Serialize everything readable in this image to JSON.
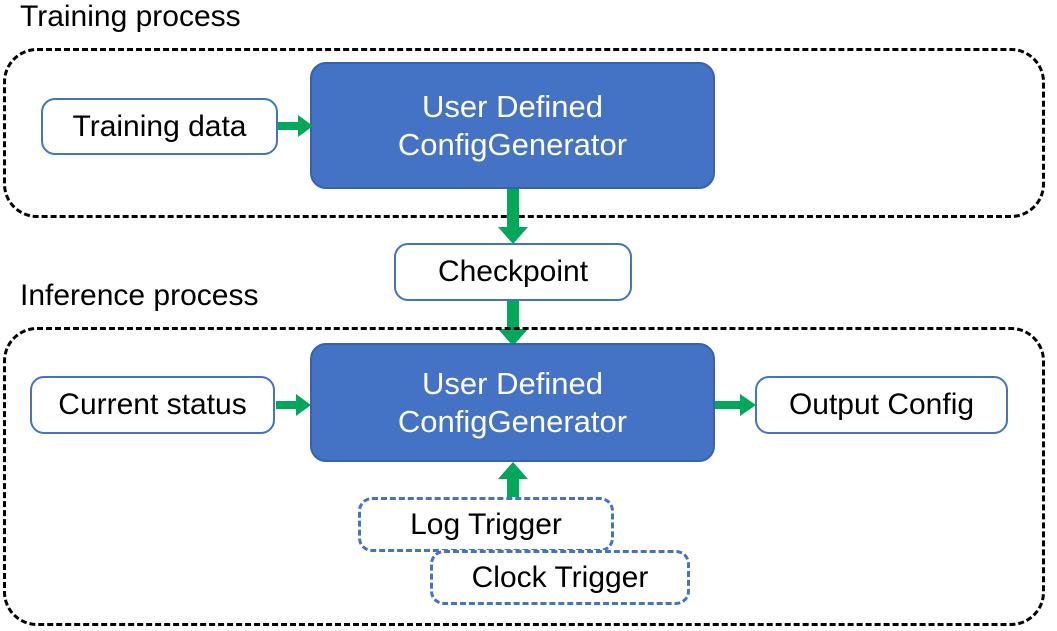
{
  "diagram": {
    "title_training": "Training process",
    "title_inference": "Inference process",
    "colors": {
      "process_fill": "#4472C4",
      "node_border": "#4472C4",
      "arrow_green": "#00A85A",
      "group_border": "#000000",
      "trigger_border": "#4472C4",
      "background": "#FFFFFF",
      "process_text": "#FFFFFF",
      "node_text": "#000000"
    },
    "training": {
      "label": "Training process",
      "input_node": "Training data",
      "process_line1": "User Defined",
      "process_line2": "ConfigGenerator"
    },
    "checkpoint": {
      "label": "Checkpoint"
    },
    "inference": {
      "label": "Inference process",
      "input_node": "Current status",
      "process_line1": "User Defined",
      "process_line2": "ConfigGenerator",
      "output_node": "Output Config",
      "triggers": [
        {
          "label": "Log Trigger"
        },
        {
          "label": "Clock Trigger"
        }
      ]
    },
    "arrows": [
      {
        "name": "training-data-to-process",
        "direction": "right"
      },
      {
        "name": "training-process-to-checkpoint",
        "direction": "down"
      },
      {
        "name": "checkpoint-to-inference-process",
        "direction": "down"
      },
      {
        "name": "current-status-to-process",
        "direction": "right"
      },
      {
        "name": "process-to-output-config",
        "direction": "right"
      },
      {
        "name": "triggers-to-process",
        "direction": "up"
      }
    ]
  }
}
